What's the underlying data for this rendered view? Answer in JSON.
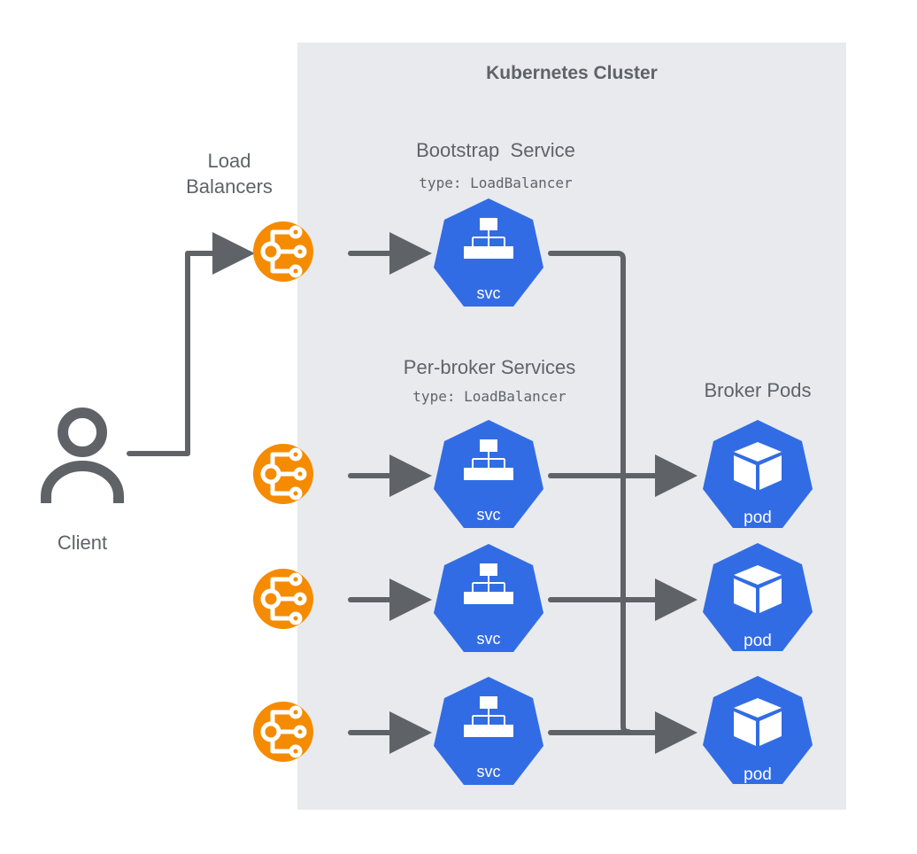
{
  "cluster": {
    "title": "Kubernetes Cluster"
  },
  "client": {
    "label": "Client"
  },
  "load_balancers": {
    "label_line1": "Load",
    "label_line2": "Balancers"
  },
  "bootstrap_service": {
    "title": "Bootstrap  Service",
    "type": "type: LoadBalancer",
    "icon_label": "svc"
  },
  "per_broker_services": {
    "title": "Per-broker Services",
    "type": "type: LoadBalancer",
    "icon_label": "svc"
  },
  "broker_pods": {
    "title": "Broker Pods",
    "icon_label": "pod"
  },
  "colors": {
    "cluster_bg": "#e8eaed",
    "text": "#5f6368",
    "connector": "#5f6368",
    "load_balancer": "#f58b00",
    "kubernetes_blue": "#326ce5"
  },
  "icons": {
    "client": "person-icon",
    "load_balancer": "load-balancer-icon",
    "service": "service-icon",
    "pod": "pod-cube-icon"
  }
}
